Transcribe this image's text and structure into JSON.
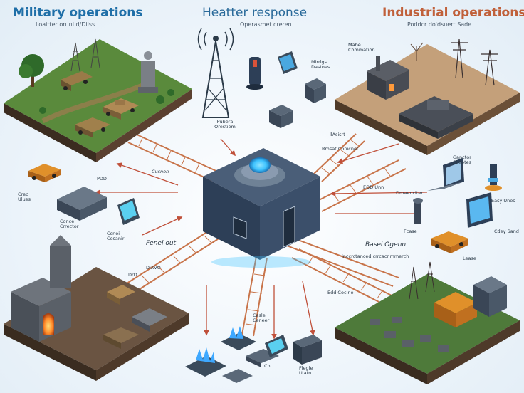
{
  "sections": {
    "military": {
      "title": "Military operations",
      "subtitle": "Loaitter orunl d/Diiss",
      "color": "#1f6fa8"
    },
    "weather": {
      "title": "Heatter response",
      "subtitle": "Operasmet creren",
      "color": "#2a6a9a"
    },
    "industrial": {
      "title": "Industrial operations",
      "subtitle": "Poddcr do'dsuert Sade",
      "color": "#c0603a"
    }
  },
  "labels": {
    "mining_devices": "Mirrlgs Dastoes",
    "tower_caption": "Pubera Orestiem",
    "machine_commation": "Mabe Commation",
    "pdd": "PDD",
    "arrow_label_left": "Cusnen",
    "side_device": "Crec Ulues",
    "conce_crrector": "Conce Crrector",
    "control_left": "Ccnoi Cesanir",
    "fenel_out": "Fenel out",
    "drd_a": "DrD",
    "drd_b": "DiXVO",
    "rucit_arr": "llAsisrt",
    "rucit_b": "Rmsat Conicnet",
    "eod_unn": "EOD Unn",
    "comment_right": "Dmaenciter",
    "ganctor_clieotes": "Ganctor Clieotes",
    "easy_unes": "Easy Unes",
    "fcase": "Fcase",
    "cdey_sand": "Cdey Sand",
    "lease": "Lease",
    "basel_ogenn": "Basel Ogenn",
    "rectanced": "lnccrctanced crrcacnmmerch",
    "edd_cocne": "Edd Coclne",
    "caslel_ceneer": "Caslel Ceneer",
    "ch": "Ch",
    "fiegle_ulatn": "Flegle Ulatn"
  },
  "palette": {
    "ground_green": "#5a8a3c",
    "ground_soil": "#8b6a4a",
    "hub_blue": "#2d3f57",
    "glow_cyan": "#3ec3ff",
    "rail_orange": "#c8744a",
    "arrow_red": "#c0503a"
  },
  "icons": [
    "tower-icon",
    "hub-core-icon",
    "truck-icon",
    "tank-icon",
    "laptop-icon",
    "server-icon",
    "wind-turbine-icon",
    "tree-icon"
  ]
}
